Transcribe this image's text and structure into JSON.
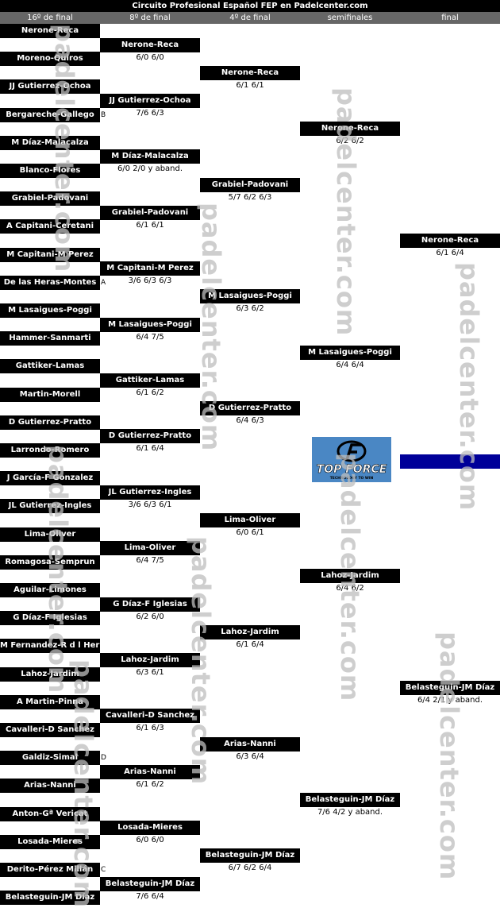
{
  "title": "Circuito Profesional Español FEP en Padelcenter.com",
  "watermark": "padelcenter.com",
  "colors": {
    "box": "#000000",
    "header": "#666666",
    "champion": "#000099",
    "logo_bg": "#4a87c4"
  },
  "logo": {
    "brand": "TOP FORCE",
    "tagline": "TECHNOLOGY TO WIN",
    "icon": "top-force-logo-icon"
  },
  "columns": [
    "16º de final",
    "8º de final",
    "4º de final",
    "semifinales",
    "final"
  ],
  "rounds": [
    {
      "matches": [
        {
          "name": "Nerone-Reca"
        },
        {
          "name": "Moreno-Quiros"
        },
        {
          "name": "JJ Gutierrez-Ochoa"
        },
        {
          "name": "Bergareche-Gallego",
          "tag": "B"
        },
        {
          "name": "M Díaz-Malacalza"
        },
        {
          "name": "Blanco-Flores"
        },
        {
          "name": "Grabiel-Padovani"
        },
        {
          "name": "A Capitani-Ceretani"
        },
        {
          "name": "M Capitani-M Perez"
        },
        {
          "name": "De las Heras-Montes",
          "tag": "A"
        },
        {
          "name": "M Lasaigues-Poggi"
        },
        {
          "name": "Hammer-Sanmarti"
        },
        {
          "name": "Gattiker-Lamas"
        },
        {
          "name": "Martin-Morell"
        },
        {
          "name": "D Gutierrez-Pratto"
        },
        {
          "name": "Larrondo-Romero"
        },
        {
          "name": "J García-F Gonzalez"
        },
        {
          "name": "JL Gutierrez-Ingles"
        },
        {
          "name": "Lima-Oliver"
        },
        {
          "name": "Romagosa-Semprun"
        },
        {
          "name": "Aguilar-Limones"
        },
        {
          "name": "G Díaz-F Iglesias"
        },
        {
          "name": "M Fernandez-R d l Herran"
        },
        {
          "name": "Lahoz-Jardim"
        },
        {
          "name": "A Martin-Pinna"
        },
        {
          "name": "Cavalleri-D Sanchez"
        },
        {
          "name": "Galdiz-Simal",
          "tag": "D"
        },
        {
          "name": "Arias-Nanni"
        },
        {
          "name": "Anton-Gª Vericat"
        },
        {
          "name": "Losada-Mieres"
        },
        {
          "name": "Derito-Pérez Millán",
          "tag": "C"
        },
        {
          "name": "Belasteguin-JM Díaz"
        }
      ]
    },
    {
      "matches": [
        {
          "name": "Nerone-Reca",
          "score": "6/0 6/0"
        },
        {
          "name": "JJ Gutierrez-Ochoa",
          "score": "7/6 6/3"
        },
        {
          "name": "M Díaz-Malacalza",
          "score": "6/0 2/0 y aband."
        },
        {
          "name": "Grabiel-Padovani",
          "score": "6/1 6/1"
        },
        {
          "name": "M Capitani-M Perez",
          "score": "3/6 6/3 6/3"
        },
        {
          "name": "M Lasaigues-Poggi",
          "score": "6/4 7/5"
        },
        {
          "name": "Gattiker-Lamas",
          "score": "6/1 6/2"
        },
        {
          "name": "D Gutierrez-Pratto",
          "score": "6/1 6/4"
        },
        {
          "name": "JL Gutierrez-Ingles",
          "score": "3/6 6/3 6/1"
        },
        {
          "name": "Lima-Oliver",
          "score": "6/4 7/5"
        },
        {
          "name": "G Díaz-F Iglesias",
          "score": "6/2 6/0"
        },
        {
          "name": "Lahoz-Jardim",
          "score": "6/3 6/1"
        },
        {
          "name": "Cavalleri-D Sanchez",
          "score": "6/1 6/3"
        },
        {
          "name": "Arias-Nanni",
          "score": "6/1 6/2"
        },
        {
          "name": "Losada-Mieres",
          "score": "6/0 6/0"
        },
        {
          "name": "Belasteguin-JM Díaz",
          "score": "7/6 6/4"
        }
      ]
    },
    {
      "matches": [
        {
          "name": "Nerone-Reca",
          "score": "6/1 6/1"
        },
        {
          "name": "Grabiel-Padovani",
          "score": "5/7 6/2 6/3"
        },
        {
          "name": "M Lasaigues-Poggi",
          "score": "6/3 6/2"
        },
        {
          "name": "D Gutierrez-Pratto",
          "score": "6/4 6/3"
        },
        {
          "name": "Lima-Oliver",
          "score": "6/0 6/1"
        },
        {
          "name": "Lahoz-Jardim",
          "score": "6/1 6/4"
        },
        {
          "name": "Arias-Nanni",
          "score": "6/3 6/4"
        },
        {
          "name": "Belasteguin-JM Díaz",
          "score": "6/7 6/2 6/4"
        }
      ]
    },
    {
      "matches": [
        {
          "name": "Nerone-Reca",
          "score": "6/2 6/2"
        },
        {
          "name": "M Lasaigues-Poggi",
          "score": "6/4 6/4"
        },
        {
          "name": "Lahoz-Jardim",
          "score": "6/4 6/2"
        },
        {
          "name": "Belasteguin-JM Díaz",
          "score": "7/6 4/2 y aband."
        }
      ]
    },
    {
      "matches": [
        {
          "name": "Nerone-Reca",
          "score": "6/1 6/4"
        },
        {
          "name": "Belasteguin-JM Díaz",
          "score": "6/4 2/1 y aband."
        }
      ]
    }
  ]
}
